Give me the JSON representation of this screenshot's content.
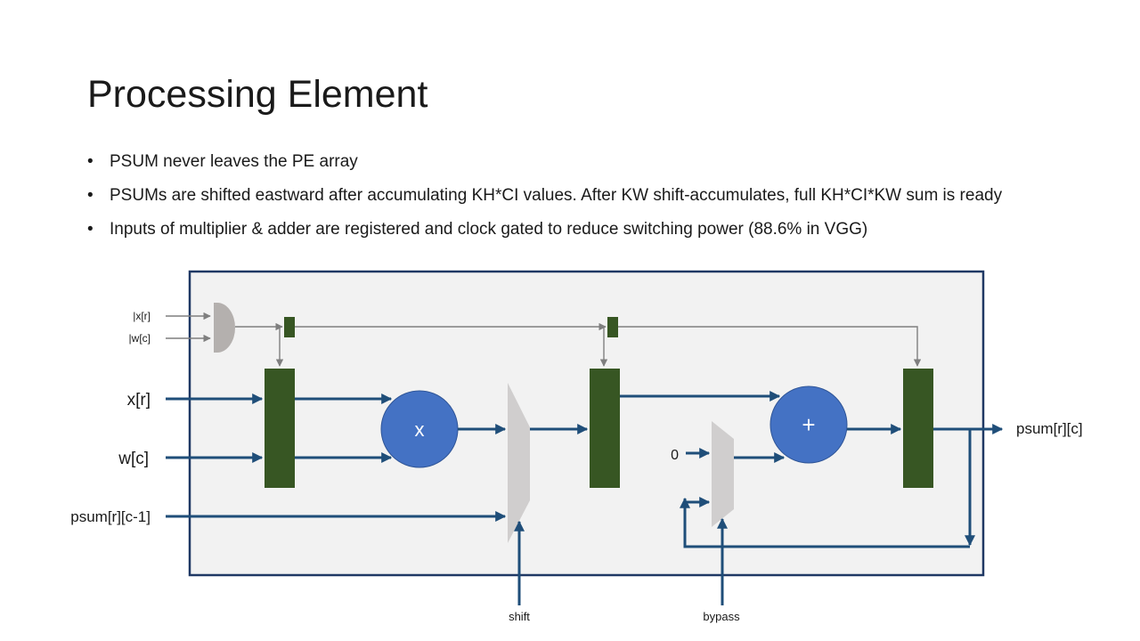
{
  "slide": {
    "title": "Processing Element",
    "bullets": [
      "PSUM never leaves the PE array",
      "PSUMs are shifted eastward after accumulating KH*CI values. After KW shift-accumulates, full KH*CI*KW sum is ready",
      "Inputs of multiplier & adder are registered and clock gated to reduce switching power (88.6% in VGG)"
    ]
  },
  "diagram": {
    "inputs": {
      "x_flag": "|x[r]",
      "w_flag": "|w[c]",
      "x": "x[r]",
      "w": "w[c]",
      "psum_in": "psum[r][c-1]",
      "zero": "0"
    },
    "multiplier_symbol": "x",
    "adder_symbol": "+",
    "output": "psum[r][c]",
    "controls": {
      "shift": "shift",
      "bypass": "bypass"
    },
    "colors": {
      "pe_border": "#1f3864",
      "pe_fill": "#f2f2f2",
      "register": "#375623",
      "operator": "#4472c4",
      "mux": "#d0cece",
      "and_gate": "#b4b0ae",
      "data_wire": "#1f4e79",
      "control_wire": "#7f7f7f"
    }
  }
}
